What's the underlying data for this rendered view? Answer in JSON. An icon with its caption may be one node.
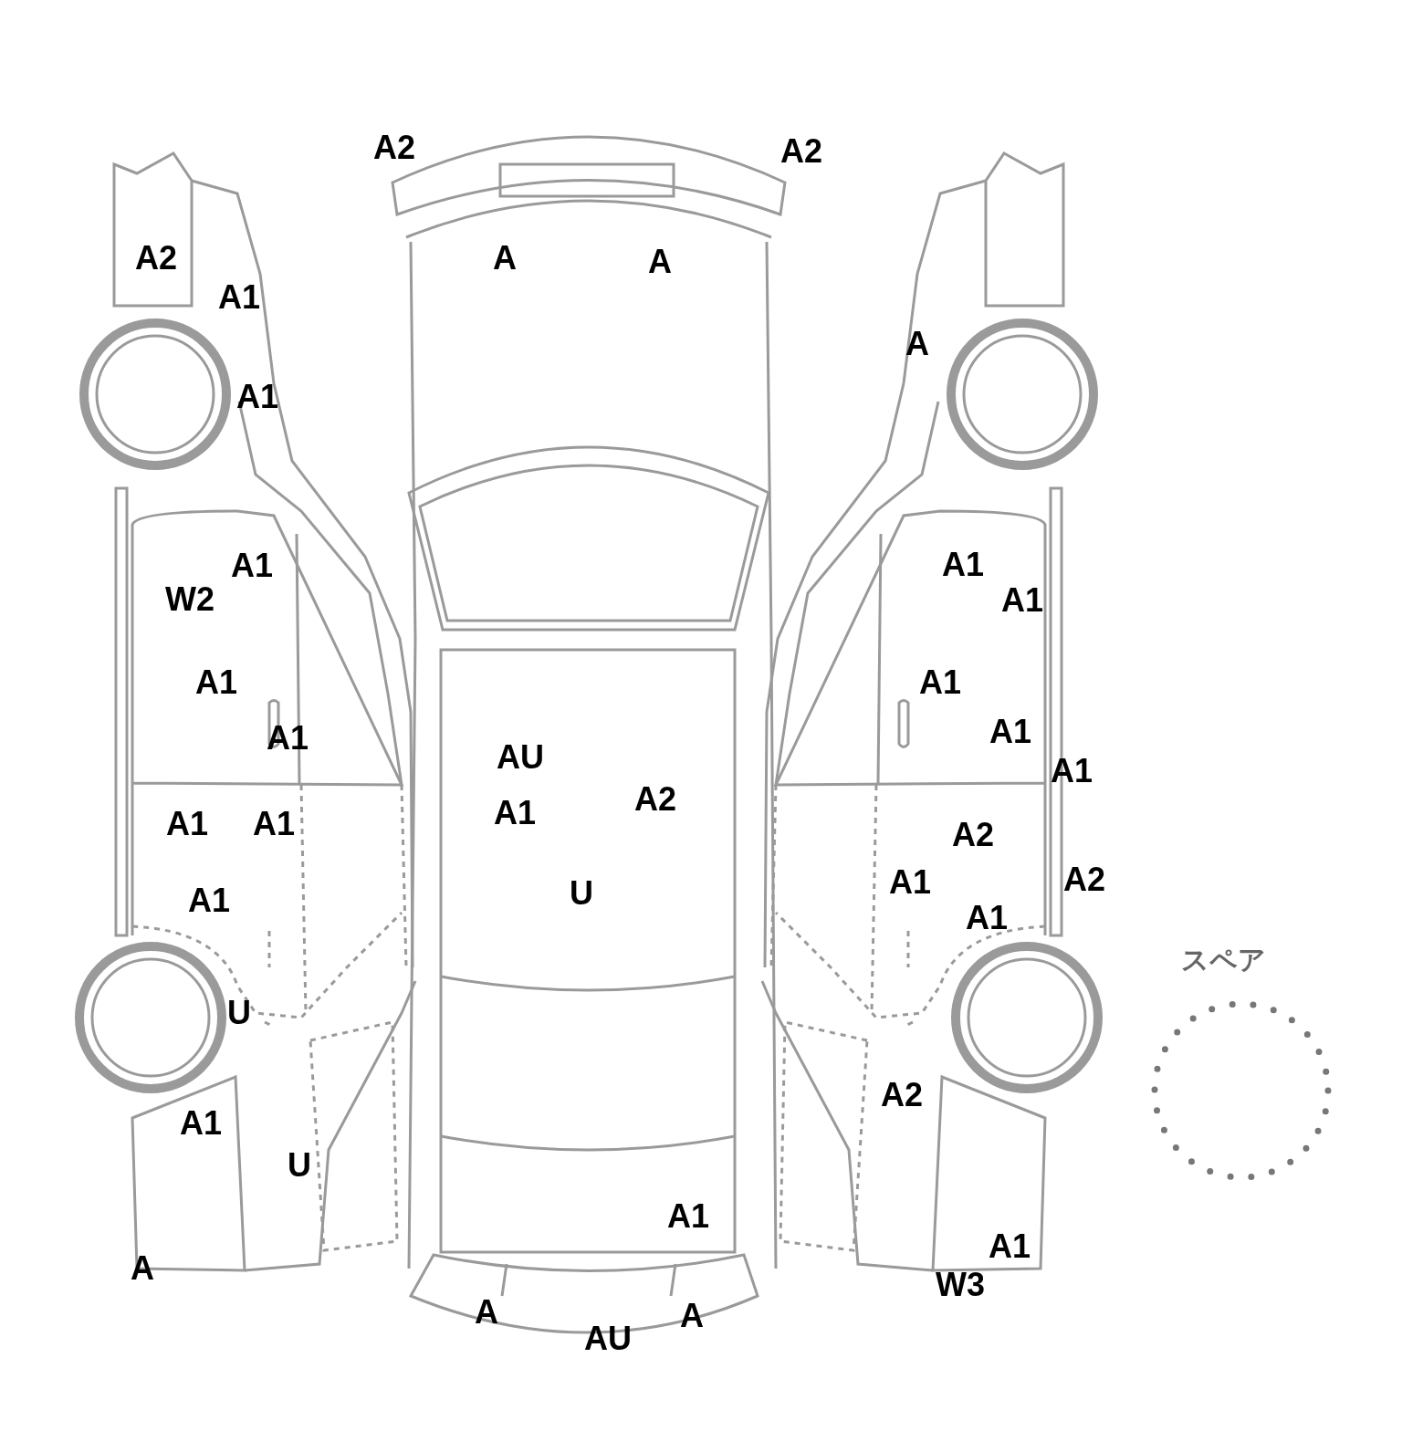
{
  "diagram": {
    "labels": [
      "A2",
      "A2",
      "A2",
      "A",
      "A",
      "A1",
      "A",
      "A1",
      "A1",
      "A1",
      "A1",
      "W2",
      "A1",
      "A1",
      "A1",
      "A1",
      "AU",
      "A1",
      "A2",
      "A1",
      "A1",
      "A1",
      "A2",
      "A2",
      "A1",
      "U",
      "A1",
      "A1",
      "スペア",
      "U",
      "A2",
      "A1",
      "U",
      "A1",
      "A1",
      "A",
      "W3",
      "A",
      "A",
      "AU"
    ]
  }
}
